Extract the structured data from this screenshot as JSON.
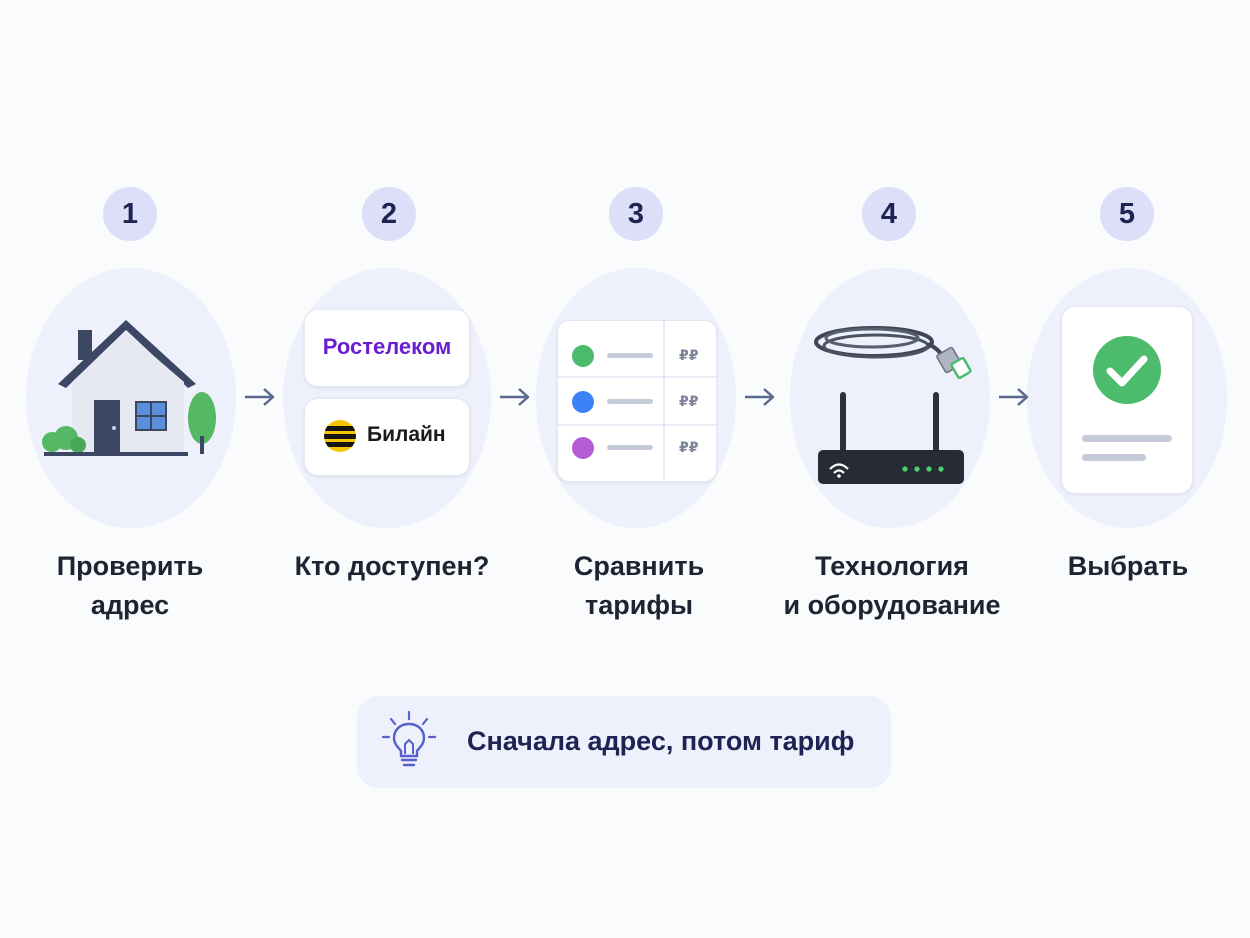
{
  "steps": [
    {
      "number": "1",
      "label_line1": "Проверить",
      "label_line2": "адрес",
      "icon": "house-icon"
    },
    {
      "number": "2",
      "label_line1": "Кто доступен?",
      "label_line2": "",
      "icon": "providers-icon"
    },
    {
      "number": "3",
      "label_line1": "Сравнить",
      "label_line2": "тарифы",
      "icon": "tariff-table-icon"
    },
    {
      "number": "4",
      "label_line1": "Технология",
      "label_line2": "и оборудование",
      "icon": "router-icon"
    },
    {
      "number": "5",
      "label_line1": "Выбрать",
      "label_line2": "",
      "icon": "checkmark-document-icon"
    }
  ],
  "providers": {
    "first": "Ростелеком",
    "second": "Билайн"
  },
  "tariffs": {
    "price_symbol": "₽₽",
    "dot_colors": [
      "#4cbb6c",
      "#3b82f6",
      "#b45cd6"
    ]
  },
  "tip": {
    "text": "Сначала адрес, потом тариф",
    "icon": "lightbulb-icon"
  },
  "colors": {
    "accent": "#1d2352",
    "badge": "#dcdff7",
    "blob": "#eef0fb",
    "green": "#4cbb6c",
    "arrow": "#5a6a8c"
  }
}
